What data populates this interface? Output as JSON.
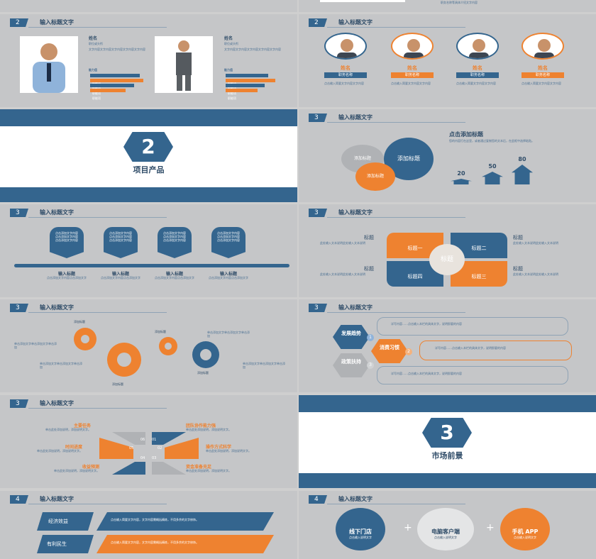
{
  "header_title": "输入标题文字",
  "slides": {
    "s_top_right_caption": "职务名称等具体介绍文字内容",
    "s1": {
      "num": "2",
      "people": [
        {
          "name": "姓名",
          "role": "职位或头衔",
          "desc": "文字内容文字内容文字内容文字内容文字内容",
          "skills_label": "能力值",
          "skills": [
            "职能项",
            "职能项",
            "职能项",
            "职能项"
          ]
        },
        {
          "name": "姓名",
          "role": "职位或头衔",
          "desc": "文字内容文字内容文字内容文字内容文字内容",
          "skills_label": "能力值",
          "skills": [
            "职能项",
            "职能项",
            "职能项",
            "职能项"
          ]
        }
      ]
    },
    "s2": {
      "num": "2",
      "team": [
        {
          "name": "姓名",
          "role": "职务名称",
          "desc": "点击输入简要文字内容文字内容"
        },
        {
          "name": "姓名",
          "role": "职务名称",
          "desc": "点击输入简要文字内容文字内容"
        },
        {
          "name": "姓名",
          "role": "职务名称",
          "desc": "点击输入简要文字内容文字内容"
        },
        {
          "name": "姓名",
          "role": "职务名称",
          "desc": "点击输入简要文字内容文字内容"
        }
      ]
    },
    "s3": {
      "num": "2",
      "title": "项目产品"
    },
    "s4": {
      "num": "3",
      "heading": "点击添加标题",
      "desc": "您的内容打在这里，或者通过复制您的文本后，在此框中选择粘贴。",
      "circle_grey": "添加标题",
      "circle_blue": "添加标题",
      "circle_orange": "添加标题",
      "bars": [
        "20",
        "50",
        "80"
      ]
    },
    "s5": {
      "num": "3",
      "tag_text": "点击添加文字内容",
      "items": [
        {
          "title": "输入标题",
          "text": "点击添加文字内容点击添加文字"
        },
        {
          "title": "输入标题",
          "text": "点击添加文字内容点击添加文字"
        },
        {
          "title": "输入标题",
          "text": "点击添加文字内容点击添加文字"
        },
        {
          "title": "输入标题",
          "text": "点击添加文字内容点击添加文字"
        }
      ]
    },
    "s6": {
      "num": "3",
      "center": "标题",
      "quads": [
        "标题一",
        "标题二",
        "标题四",
        "标题三"
      ],
      "side_title": "标题",
      "side_text": "此处输入文本说明此处输入文本说明"
    },
    "s7": {
      "num": "3",
      "gears": [
        "添加标题",
        "添加标题",
        "添加标题",
        "添加标题"
      ],
      "side_text": "单击添加文字单击添加文字单击添加"
    },
    "s8": {
      "num": "3",
      "hexes": [
        "发展趋势",
        "消费习惯",
        "政策扶持"
      ],
      "nums": [
        "1",
        "2",
        "3"
      ],
      "text": "详写内容……点击输入本栏的具体文字，说明即要的内容"
    },
    "s9": {
      "num": "3",
      "items": [
        {
          "title": "主要任务",
          "n": "06"
        },
        {
          "title": "团队协作能力强",
          "n": "01"
        },
        {
          "title": "时间进度",
          "n": "05"
        },
        {
          "title": "操作方式科学",
          "n": "02"
        },
        {
          "title": "收益预测",
          "n": "04"
        },
        {
          "title": "资金准备充足",
          "n": "03"
        }
      ],
      "text": "单击此处添加说明，添加说明文字。"
    },
    "s10": {
      "num": "3",
      "title": "市场前景"
    },
    "s11": {
      "num": "4",
      "rows": [
        {
          "label": "经济效益",
          "text": "点击输入简要文字内容，文字内容需概括精炼，不用多余的文字修饰。"
        },
        {
          "label": "有利民生",
          "text": "点击输入简要文字内容，文字内容需概括精炼，不用多余的文字修饰。"
        }
      ]
    },
    "s12": {
      "num": "4",
      "items": [
        {
          "title": "线下门店",
          "sub": "点击输入说明文字"
        },
        {
          "title": "电脑客户端",
          "sub": "点击输入说明文字"
        },
        {
          "title": "手机 APP",
          "sub": "点击输入说明文字"
        }
      ],
      "plus": "+"
    }
  },
  "colors": {
    "blue": "#34658e",
    "orange": "#ee8230",
    "grey": "#c5c6c8"
  }
}
